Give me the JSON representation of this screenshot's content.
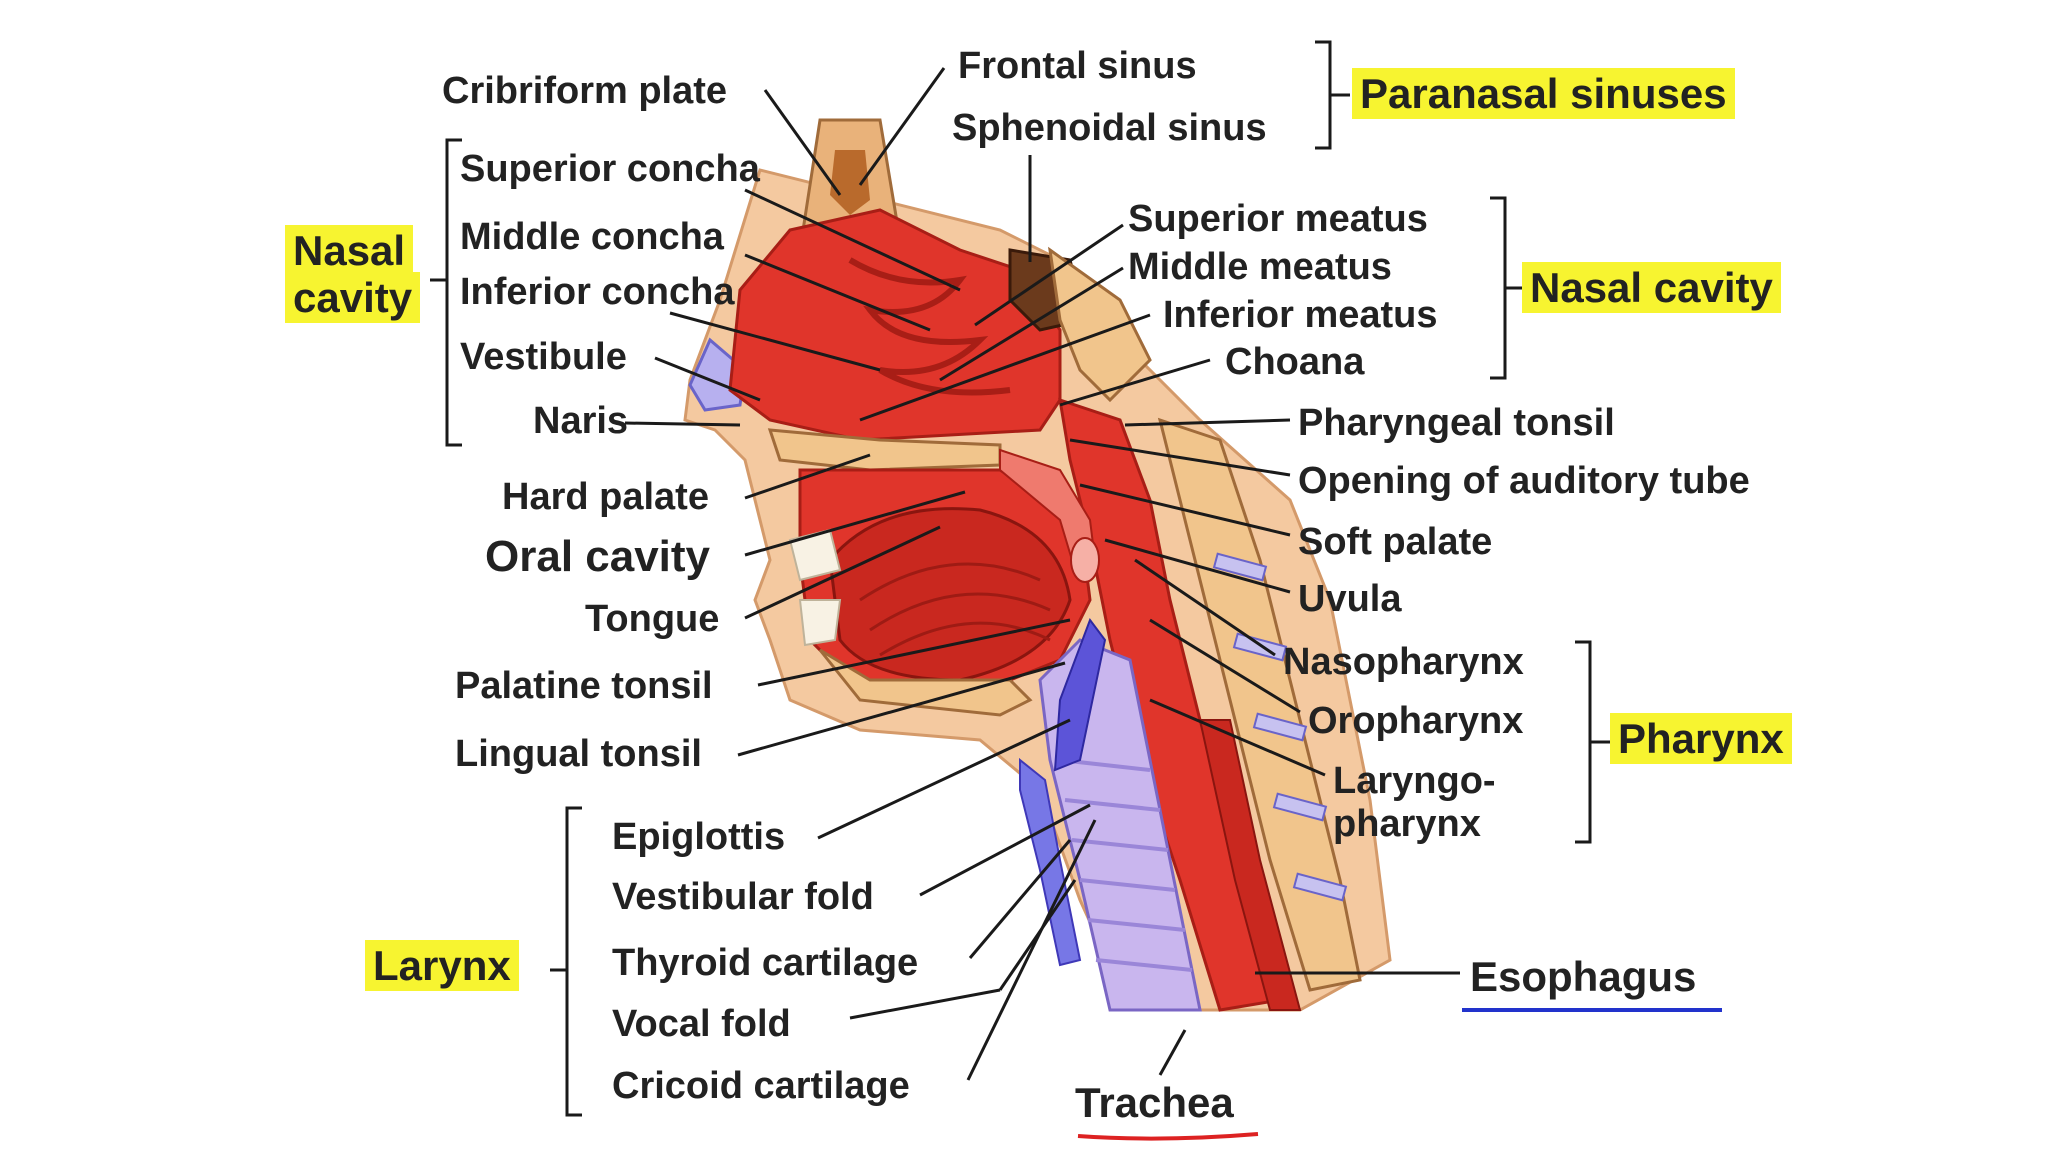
{
  "colors": {
    "highlight": "#f7f430",
    "esophagus_underline": "#2233cc",
    "trachea_underline": "#dd2222",
    "tissue_red": "#e0352b",
    "skin": "#f4c9a0",
    "bone": "#f1c58c",
    "cartilage": "#7777e6",
    "trachea_tube": "#c9b6ee"
  },
  "groups": {
    "paranasal": "Paranasal sinuses",
    "nasal_left_line1": "Nasal",
    "nasal_left_line2": "cavity",
    "nasal_right": "Nasal cavity",
    "pharynx": "Pharynx",
    "larynx": "Larynx",
    "esophagus": "Esophagus",
    "trachea": "Trachea"
  },
  "labels": {
    "cribriform": "Cribriform plate",
    "frontal": "Frontal sinus",
    "sphenoidal": "Sphenoidal sinus",
    "sup_concha": "Superior concha",
    "mid_concha": "Middle concha",
    "inf_concha": "Inferior concha",
    "vestibule": "Vestibule",
    "naris": "Naris",
    "hard_palate": "Hard palate",
    "oral_cavity": "Oral cavity",
    "tongue": "Tongue",
    "palatine": "Palatine tonsil",
    "lingual": "Lingual tonsil",
    "sup_meatus": "Superior meatus",
    "mid_meatus": "Middle meatus",
    "inf_meatus": "Inferior meatus",
    "choana": "Choana",
    "pharyngeal": "Pharyngeal tonsil",
    "auditory": "Opening of auditory tube",
    "soft_palate": "Soft palate",
    "uvula": "Uvula",
    "nasopharynx": "Nasopharynx",
    "oropharynx": "Oropharynx",
    "laryngo1": "Laryngo-",
    "laryngo2": "pharynx",
    "epiglottis": "Epiglottis",
    "vestibular_fold": "Vestibular fold",
    "thyroid": "Thyroid cartilage",
    "vocal_fold": "Vocal fold",
    "cricoid": "Cricoid cartilage"
  }
}
